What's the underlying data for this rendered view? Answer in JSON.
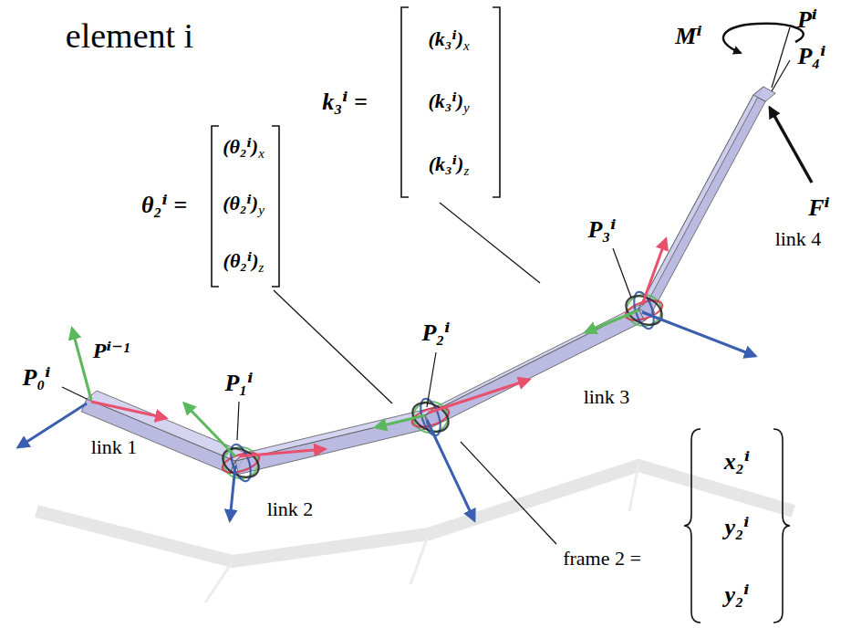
{
  "diagram": {
    "title": "element i",
    "labels": [
      "Mⁱ",
      "Pⁱ",
      "P₄ⁱ",
      "Fⁱ",
      "P₃ⁱ",
      "link 4",
      "k₃ⁱ =",
      "(k₃ⁱ)",
      "x",
      "(k₃ⁱ)",
      "y",
      "(k₃ⁱ)",
      "z",
      "θ₂ⁱ =",
      "(θ₂ⁱ)",
      "x",
      "(θ₂ⁱ)",
      "y",
      "(θ₂ⁱ)",
      "z",
      "Pⁱ⁻¹",
      "P₀ⁱ",
      "P₁ⁱ",
      "P₂ⁱ",
      "link 3",
      "link 1",
      "link 2",
      "frame 2 =",
      "x₂ⁱ",
      "y₂ⁱ",
      "y₂ⁱ"
    ]
  }
}
